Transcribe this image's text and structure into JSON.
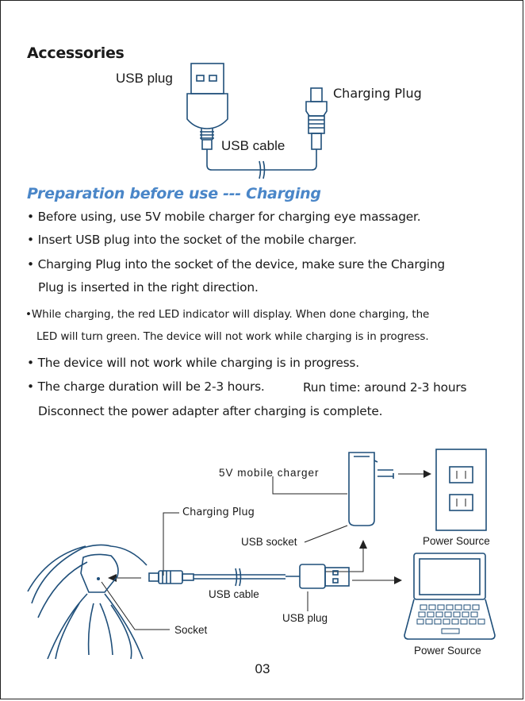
{
  "accessories": {
    "title": "Accessories",
    "usb_plug": "USB plug",
    "charging_plug": "Charging Plug",
    "usb_cable": "USB cable"
  },
  "preparation": {
    "title": "Preparation before use --- Charging",
    "items": [
      "• Before using, use 5V mobile charger for charging eye massager.",
      "• Insert USB plug into the socket of the mobile charger.",
      "• Charging Plug into the socket of the device, make sure the Charging",
      "Plug is inserted in the right direction.",
      "•While charging, the red LED indicator will display. When done charging, the",
      "LED will turn green. The device will not work while charging is in progress.",
      "• The device will not work while charging is in progress.",
      "• The charge duration will be 2-3 hours.",
      "Run time: around 2-3 hours",
      "Disconnect the power adapter after charging is complete."
    ]
  },
  "diagram": {
    "charger": "5V mobile charger",
    "charging_plug": "Charging Plug",
    "usb_socket": "USB socket",
    "power_source_outlet": "Power Source",
    "usb_cable": "USB cable",
    "usb_plug": "USB plug",
    "socket": "Socket",
    "power_source_laptop": "Power Source"
  },
  "page_number": "03"
}
